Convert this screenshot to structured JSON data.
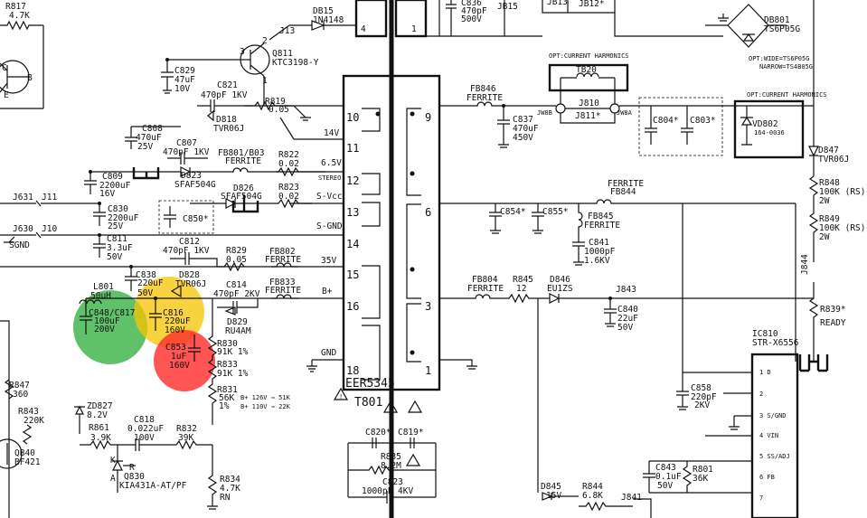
{
  "colors": {
    "line": "#111111",
    "background": "#ffffff",
    "highlight_green": "#3cb44b",
    "highlight_yellow": "#f5c400",
    "highlight_red": "#ff2a2a"
  },
  "transformer": {
    "ref": "T801",
    "part": "EER5345",
    "pins": [
      "10",
      "11",
      "12",
      "13",
      "14",
      "15",
      "16",
      "18",
      "9",
      "6",
      "3",
      "1",
      "4",
      "1"
    ]
  },
  "secondary": {
    "line_14v": "14V",
    "line_65v": "6.5V",
    "line_stereo": "STEREO",
    "line_svcc": "S-Vcc",
    "line_sgnd": "S-GND",
    "line_35v": "35V",
    "line_bplus": "B+",
    "line_gnd": "GND"
  },
  "labels": {
    "r817": "R817",
    "r817_v": "4.7K",
    "j13": "J13",
    "db15": "DB15",
    "db15_v": "1N4148",
    "c836": "C836",
    "c836_v1": "470pF",
    "c836_v2": "500V",
    "jb15": "JB15",
    "jb13": "JB13",
    "jb12": "JB12*",
    "db801": "DB801",
    "db801_v": "TS6P05G",
    "q811": "Q811",
    "q811_v": "KTC3198-Y",
    "c829": "C829",
    "c829_v1": "47uF",
    "c829_v2": "10V",
    "c821": "C821",
    "c821_v": "470pF 1KV",
    "d818": "D818",
    "d818_v": "TVR06J",
    "r819": "R819",
    "r819_v": "0.05",
    "c808": "C808",
    "c808_v1": "470uF",
    "c808_v2": "25V",
    "c807": "C807",
    "c807_v": "470pF 1KV",
    "fb801": "FB801/B03",
    "ferrite": "FERRITE",
    "r822": "R822",
    "r822_v": "0.02",
    "d823": "D823",
    "d823_v": "SFAF504G",
    "c809": "C809",
    "c809_v1": "2200uF",
    "c809_v2": "16V",
    "d826": "D826",
    "d826_v": "SFAF504G",
    "r823": "R823",
    "r823_v": "0.02",
    "j631": "J631",
    "j11": "J11",
    "c830": "C830",
    "c830_v1": "2200uF",
    "c830_v2": "25V",
    "c850": "C850*",
    "j630": "J630",
    "j10": "J10",
    "sgnd": "SGND",
    "c811": "C811",
    "c811_v1": "3.3uF",
    "c811_v2": "50V",
    "c812": "C812",
    "c812_v": "470pF 1KV",
    "r829": "R829",
    "r829_v": "0.05",
    "fb802": "FB802",
    "c838": "C838",
    "c838_v1": "220uF",
    "c838_v2": "50V",
    "d828": "D828",
    "d828_v": "TVR06J",
    "fb833": "FB833",
    "l801": "L801",
    "l801_v": "50uH",
    "c848": "C848/C817",
    "c848_v1": "100uF",
    "c848_v2": "200V",
    "c816": "C816",
    "c816_v1": "220uF",
    "c816_v2": "160V",
    "c814": "C814",
    "c814_v": "470pF 2KV",
    "d829": "D829",
    "d829_v": "RU4AM",
    "c853": "C853",
    "c853_v1": "1uF",
    "c853_v2": "160V",
    "r830": "R830",
    "r830_v": "91K 1%",
    "r833": "R833",
    "r833_v": "91K 1%",
    "r831": "R831",
    "r831_v1": "56K",
    "r831_v2": "1%",
    "note_b126": "B+ 126V ⇒ 51K",
    "note_b110": "B+ 110V ⇒ 22K",
    "r847": "R847",
    "r847_v": "360",
    "zd827": "ZD827",
    "zd827_v": "8.2V",
    "r843": "R843",
    "r843_v": "220K",
    "r861": "R861",
    "r861_v": "3.9K",
    "c818": "C818",
    "c818_v1": "0.022uF",
    "c818_v2": "100V",
    "r832": "R832",
    "r832_v": "39K",
    "qb40": "QB40",
    "qb40_v": "BF421",
    "q830": "Q830",
    "q830_v": "KIA431A-AT/PF",
    "r834": "R834",
    "r834_v1": "4.7K",
    "r834_v2": "RN",
    "pin_k": "K",
    "pin_a": "A",
    "pin_r": "R",
    "pin_c": "C",
    "pin_b": "B",
    "pin_e": "E",
    "c820": "C820*",
    "c819": "C819*",
    "r835": "R835",
    "r835_v": "8.2M",
    "c823": "C823",
    "c823_v": "1000pF 4KV",
    "opt_harm": "OPT:CURRENT HARMONICS",
    "tb20": "TB20",
    "j810": "J810",
    "j811": "J811*",
    "jw8b": "JW8B",
    "jw8a": "JW8A",
    "fb846": "FB846",
    "c837": "C837",
    "c837_v1": "470uF",
    "c837_v2": "450V",
    "c804": "C804*",
    "c803": "C803*",
    "opt_wide": "OPT:WIDE=TS6P05G",
    "opt_narrow": "NARROW=TS4B05G",
    "opt_harm2": "OPT:CURRENT HARMONICS",
    "vd802": "VD802",
    "vd802_v": "164-0036",
    "d847": "D847",
    "d847_v": "TVR06J",
    "fb844": "FB844",
    "c854": "C854*",
    "c855": "C855*",
    "fb845": "FB845",
    "c841": "C841",
    "c841_v1": "1000pF",
    "c841_v2": "1.6KV",
    "r848": "R848",
    "r848_v1": "100K (RS)",
    "r848_v2": "2W",
    "r849": "R849",
    "r849_v1": "100K (RS)",
    "r849_v2": "2W",
    "fb804": "FB804",
    "r845": "R845",
    "r845_v": "12",
    "d846": "D846",
    "d846_v": "EU1ZS",
    "j843": "J843",
    "c840": "C840",
    "c840_v1": "22uF",
    "c840_v2": "50V",
    "j844": "J844",
    "r839": "R839*",
    "r839_v": "READY",
    "ic810": "IC810",
    "ic810_v": "STR-X6556",
    "c858": "C858",
    "c858_v1": "220pF",
    "c858_v2": "2KV",
    "d845": "D845",
    "d845_v": "15V",
    "r844": "R844",
    "r844_v": "6.8K",
    "j841": "J841",
    "c843": "C843",
    "c843_v1": "0.1uF",
    "c843_v2": "50V",
    "r801": "R801",
    "r801_v": "36K",
    "ic_pins": [
      "1 D",
      "2",
      "3 S/GND",
      "4 VIN",
      "5 SS/ADJ",
      "6 FB",
      "7"
    ]
  }
}
